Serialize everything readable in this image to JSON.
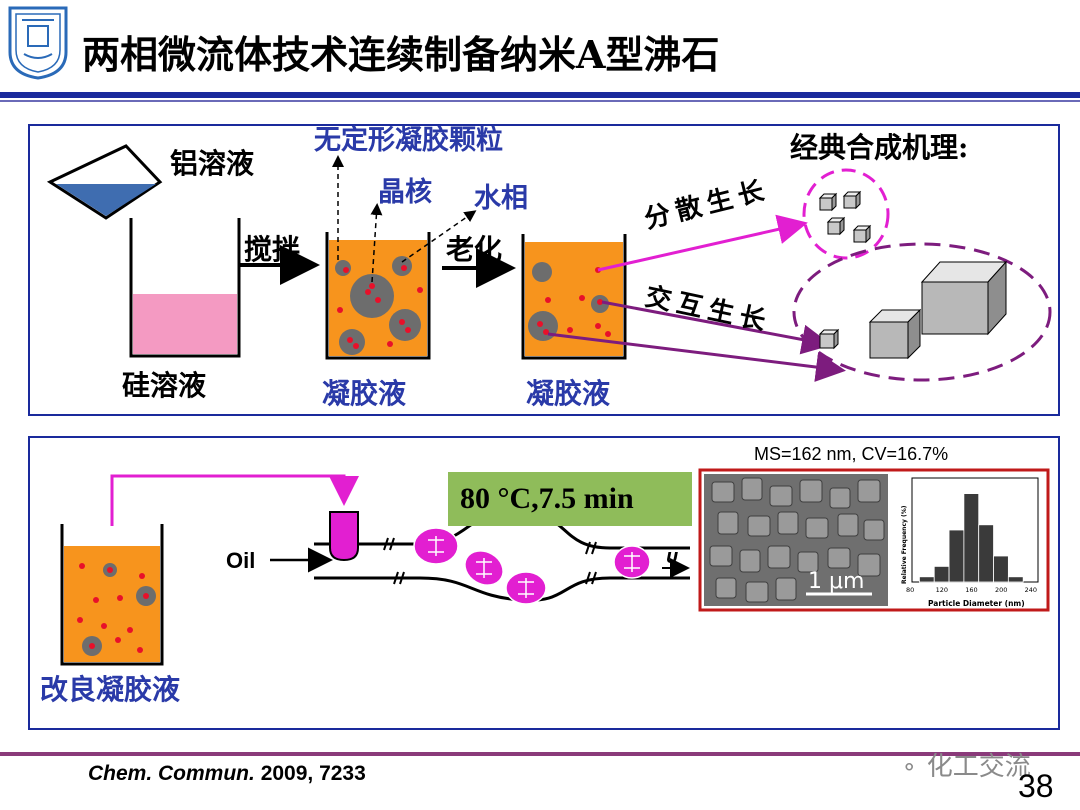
{
  "title": "两相微流体技术连续制备纳米A型沸石",
  "top_panel": {
    "aluminum_solution": "铝溶液",
    "silicon_solution": "硅溶液",
    "stir": "搅拌",
    "aging": "老化",
    "amorphous_gel_particles": "无定形凝胶颗粒",
    "crystal_nucleus": "晶核",
    "aqueous_phase": "水相",
    "gel_1": "凝胶液",
    "gel_2": "凝胶液",
    "classic_mechanism": "经典合成机理:",
    "dispersed_growth": "分散生长",
    "interactive_growth": "交互生长"
  },
  "bottom_panel": {
    "modified_gel": "改良凝胶液",
    "oil": "Oil",
    "conditions": "80 °C,7.5 min",
    "u_label": "U",
    "ms_cv": "MS=162 nm, CV=16.7%",
    "scale_bar": "1 μm",
    "hist_ylabel": "Relative Frequency (%)",
    "hist_xlabel": "Particle Diameter (nm)",
    "hist_xticks": [
      "80",
      "120",
      "160",
      "200",
      "240"
    ]
  },
  "citation": {
    "journal": "Chem. Commun.",
    "ref": "2009, 7233"
  },
  "page_number": "38",
  "watermark": "化工交流",
  "colors": {
    "navy": "#1a2a9c",
    "orange_gel": "#f7941d",
    "pink_solution": "#f49ac2",
    "magenta": "#e21fd1",
    "purple": "#7d1c7e",
    "green_box": "#8fbc5a"
  },
  "histogram": {
    "x": [
      100,
      120,
      140,
      160,
      180,
      200,
      220
    ],
    "values": [
      1,
      3,
      10,
      17,
      11,
      5,
      1
    ]
  }
}
